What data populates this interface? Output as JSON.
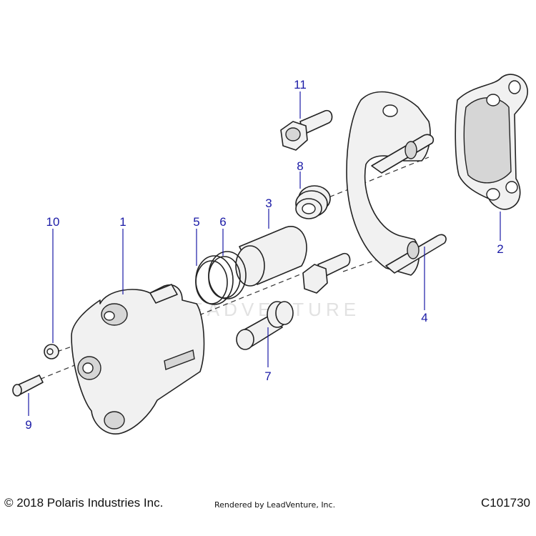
{
  "callouts": [
    "1",
    "2",
    "3",
    "4",
    "5",
    "6",
    "7",
    "8",
    "9",
    "10",
    "11"
  ],
  "watermark": "LEADVENTURE",
  "footer": {
    "copyright": "© 2018 Polaris Industries Inc.",
    "rendered_by": "Rendered by LeadVenture, Inc.",
    "diagram_code": "C101730"
  },
  "colors": {
    "callout": "#1a1aa6",
    "outline": "#222222"
  }
}
